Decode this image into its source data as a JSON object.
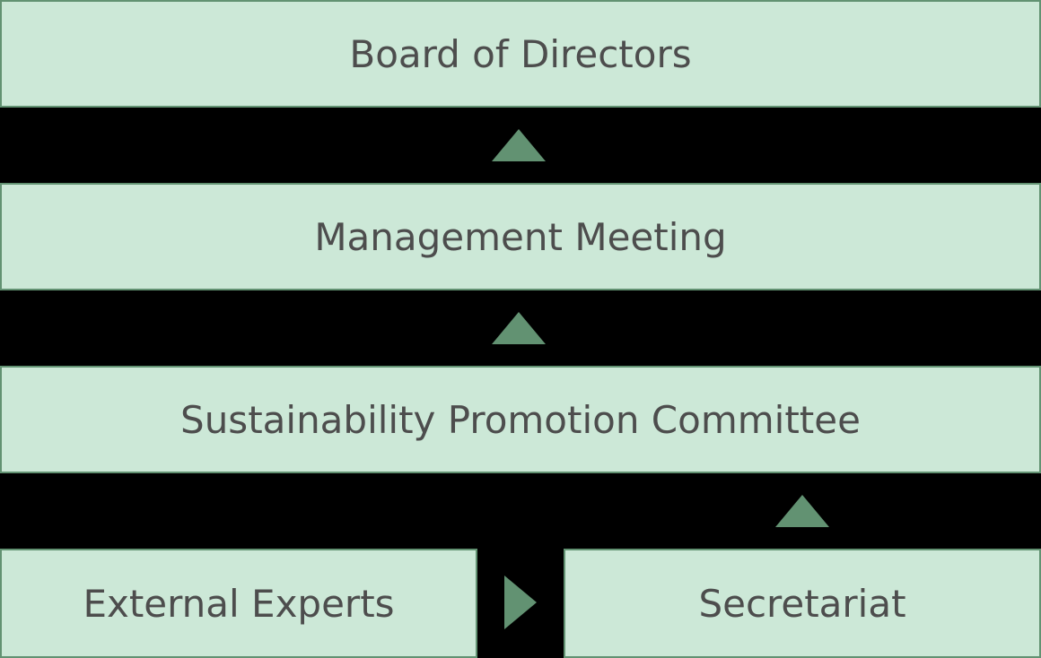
{
  "diagram": {
    "type": "organizational-flow",
    "nodes": [
      {
        "id": "board",
        "label": "Board of Directors"
      },
      {
        "id": "management",
        "label": "Management Meeting"
      },
      {
        "id": "committee",
        "label": "Sustainability Promotion Committee"
      },
      {
        "id": "experts",
        "label": "External Experts"
      },
      {
        "id": "secretariat",
        "label": "Secretariat"
      }
    ],
    "edges": [
      {
        "from": "management",
        "to": "board",
        "direction": "up"
      },
      {
        "from": "committee",
        "to": "management",
        "direction": "up"
      },
      {
        "from": "secretariat",
        "to": "committee",
        "direction": "up"
      },
      {
        "from": "experts",
        "to": "secretariat",
        "direction": "right"
      }
    ],
    "colors": {
      "box_fill": "#cce8d7",
      "box_border": "#629272",
      "arrow": "#629272",
      "text": "#4d4d4d",
      "background": "#000000"
    }
  }
}
